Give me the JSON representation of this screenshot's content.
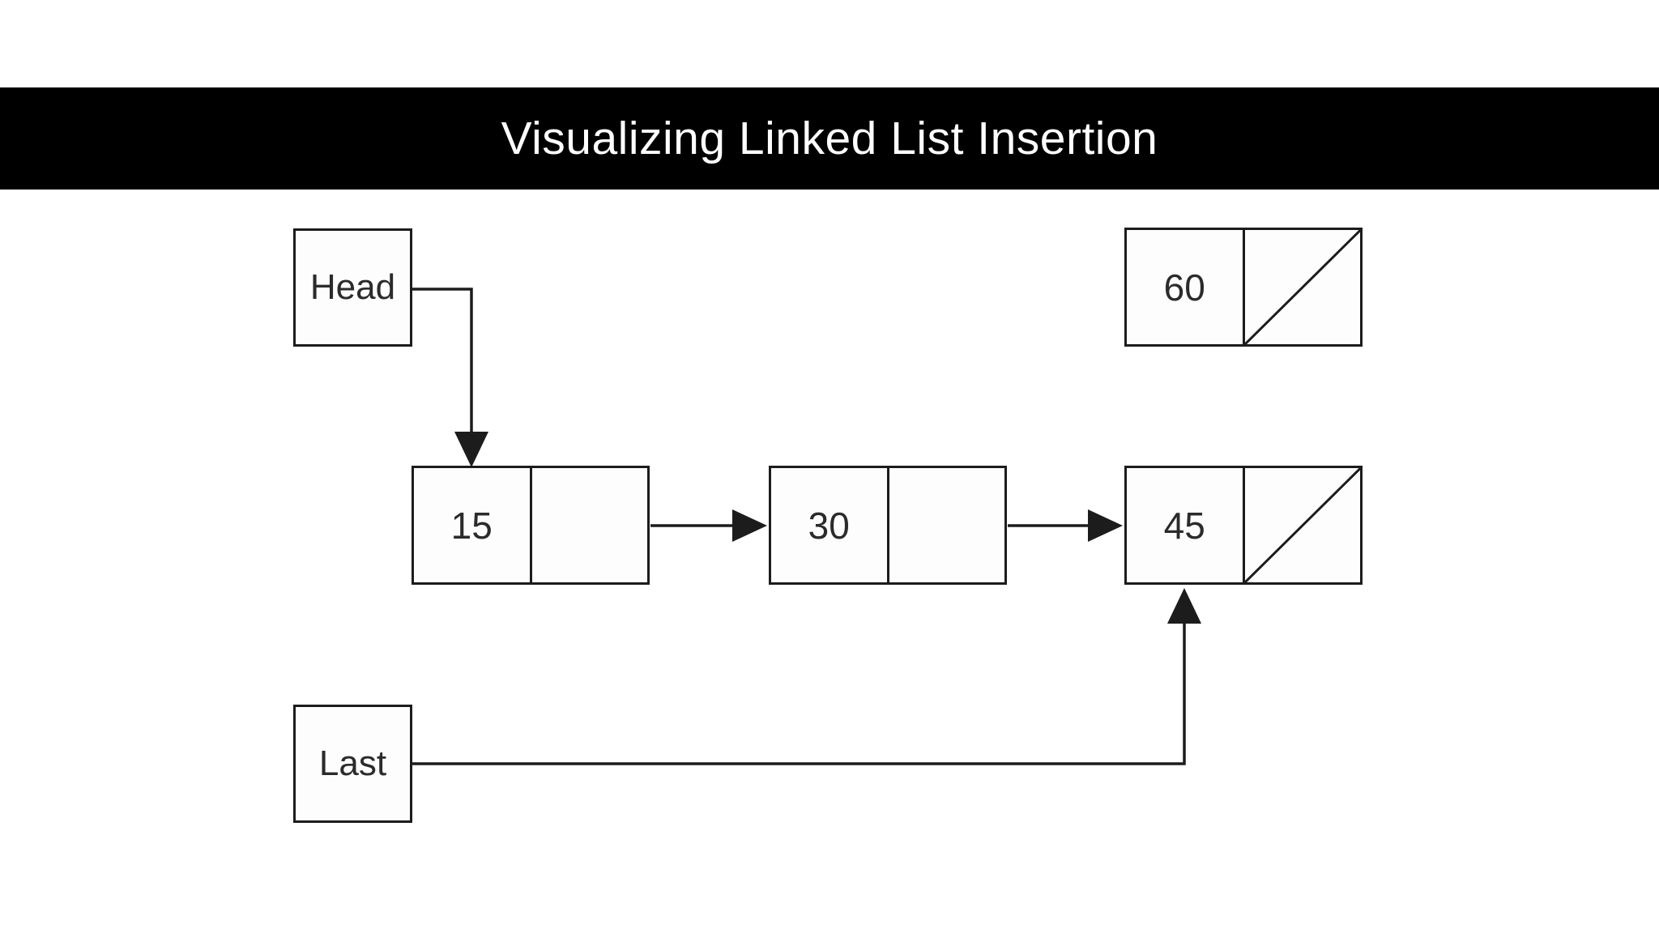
{
  "title": "Visualizing Linked List Insertion",
  "colors": {
    "title_bar_bg": "#000000",
    "title_text": "#ffffff",
    "line": "#1c1c1c",
    "node_fill": "#fdfdfd",
    "background": "#ffffff",
    "value_text": "#2b2b2b"
  },
  "pointers": [
    {
      "label": "Head"
    },
    {
      "label": "Last"
    }
  ],
  "nodes": [
    {
      "value": "15",
      "null_next": false
    },
    {
      "value": "30",
      "null_next": false
    },
    {
      "value": "45",
      "null_next": true
    },
    {
      "value": "60",
      "null_next": true
    }
  ],
  "edges": [
    {
      "from": "Head",
      "to": "15"
    },
    {
      "from": "15",
      "to": "30"
    },
    {
      "from": "30",
      "to": "45"
    },
    {
      "from": "Last",
      "to": "45"
    }
  ]
}
